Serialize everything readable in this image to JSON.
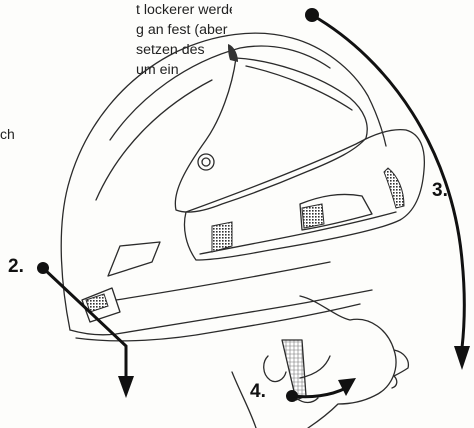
{
  "text_lines": [
    "t lockerer werden,",
    "g an fest (aber",
    "setzen des",
    "um ein"
  ],
  "fragment": "ch",
  "steps": {
    "s2": "2.",
    "s3": "3.",
    "s4": "4."
  },
  "colors": {
    "line": "#2b2b2b",
    "arrow": "#111111",
    "background": "#fdfdfb"
  }
}
